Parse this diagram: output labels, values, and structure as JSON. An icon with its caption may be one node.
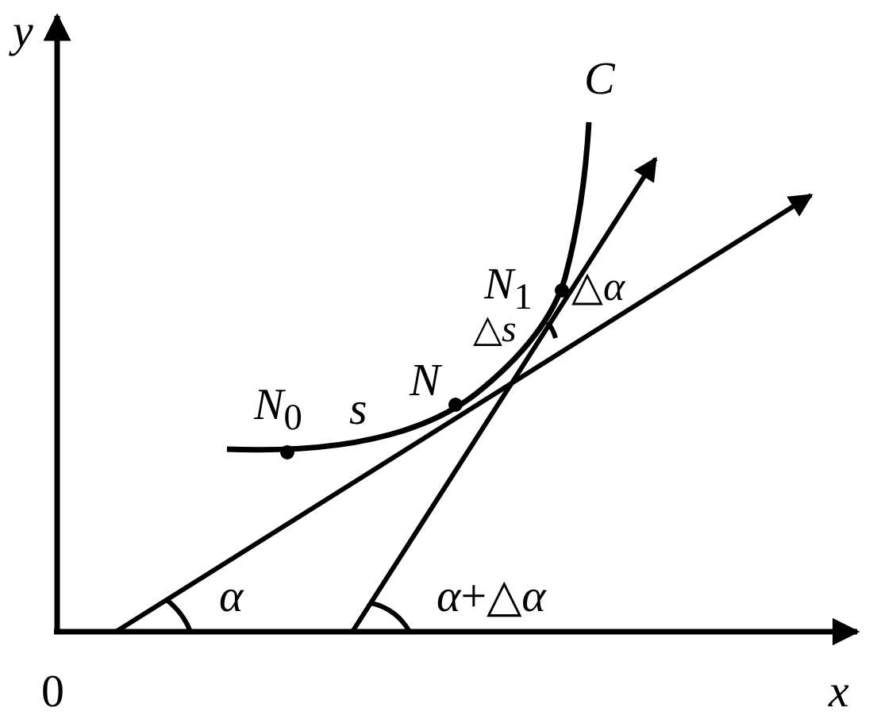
{
  "diagram": {
    "labels": [
      "y",
      "C",
      "*N*$_{1}$",
      "△*α*",
      "△*s*",
      "N",
      "*N*$_{0}$",
      "s",
      "α",
      "*α*+△*α*",
      "0",
      "x"
    ]
  }
}
